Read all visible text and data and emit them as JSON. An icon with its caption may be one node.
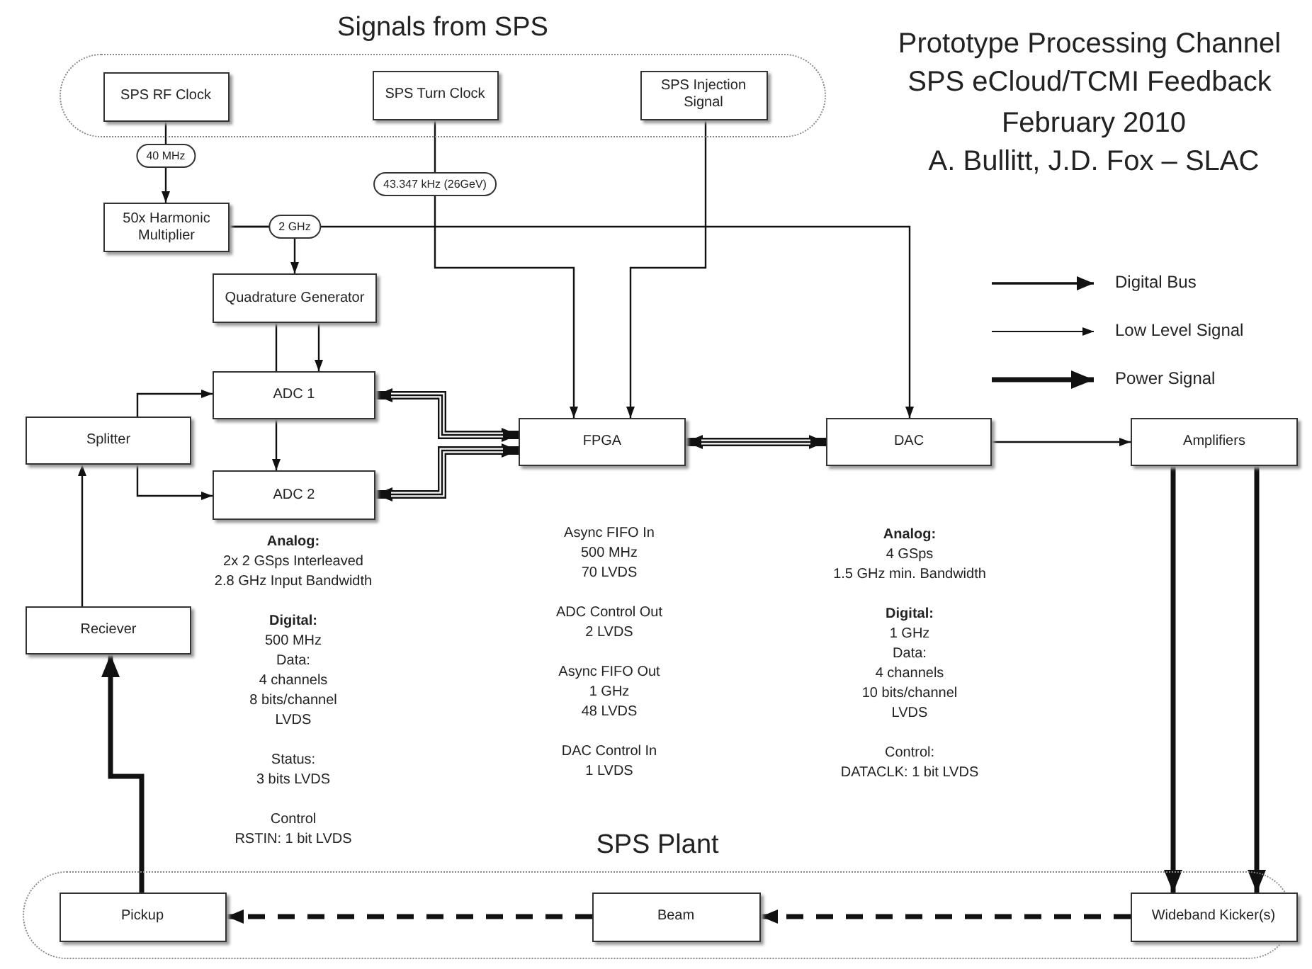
{
  "diagram": {
    "title": "Prototype Processing Channel SPS eCloud/TCMI Feedback",
    "nodes": [
      {
        "text": [
          "Signals from SPS"
        ]
      },
      {
        "text": [
          "SPS RF Clock"
        ],
        "in": 0
      },
      {
        "text": [
          "SPS Turn Clock"
        ],
        "in": 0
      },
      {
        "text": [
          "SPS Injection Signal"
        ],
        "in": 0
      },
      {
        "text": [
          "50x Harmonic Multiplier"
        ]
      },
      {
        "text": [
          "Quadrature Generator"
        ]
      },
      {
        "text": [
          "ADC 1"
        ]
      },
      {
        "text": [
          "ADC 2"
        ]
      },
      {
        "text": [
          "Splitter"
        ]
      },
      {
        "text": [
          "FPGA"
        ]
      },
      {
        "text": [
          "DAC"
        ]
      },
      {
        "text": [
          "Amplifiers"
        ]
      },
      {
        "text": [
          "Reciever"
        ]
      },
      {
        "text": [
          "SPS Plant"
        ]
      },
      {
        "text": [
          "Pickup"
        ],
        "in": 13
      },
      {
        "text": [
          "Beam"
        ],
        "in": 13
      },
      {
        "text": [
          "Wideband Kicker(s)"
        ],
        "in": 13
      }
    ],
    "edges": [
      {
        "from": 1,
        "to": 4,
        "arrow": "to",
        "label": "40 MHz"
      },
      {
        "from": 4,
        "to": 5,
        "arrow": "to",
        "label": "2 GHz"
      },
      {
        "from": 4,
        "to": 10,
        "arrow": "to"
      },
      {
        "from": 2,
        "to": 9,
        "arrow": "to",
        "label": "43.347 kHz (26GeV)"
      },
      {
        "from": 3,
        "to": 9,
        "arrow": "to"
      },
      {
        "from": 5,
        "to": 6,
        "arrow": "none"
      },
      {
        "from": 5,
        "to": 6,
        "arrow": "to"
      },
      {
        "from": 6,
        "to": 7,
        "arrow": "to"
      },
      {
        "from": 8,
        "to": 6,
        "arrow": "to"
      },
      {
        "from": 8,
        "to": 7,
        "arrow": "to"
      },
      {
        "from": 9,
        "to": 6,
        "arrow": "both",
        "style": "thick"
      },
      {
        "from": 9,
        "to": 7,
        "arrow": "both",
        "style": "thick"
      },
      {
        "from": 9,
        "to": 10,
        "arrow": "both",
        "style": "thick"
      },
      {
        "from": 10,
        "to": 11,
        "arrow": "to"
      },
      {
        "from": 11,
        "to": 16,
        "arrow": "to",
        "style": "thick"
      },
      {
        "from": 11,
        "to": 16,
        "arrow": "to",
        "style": "thick"
      },
      {
        "from": 16,
        "to": 15,
        "arrow": "to",
        "style": "dashed"
      },
      {
        "from": 15,
        "to": 14,
        "arrow": "to",
        "style": "dashed"
      },
      {
        "from": 14,
        "to": 12,
        "arrow": "to",
        "style": "thick"
      },
      {
        "from": 12,
        "to": 8,
        "arrow": "to"
      }
    ],
    "labels": [
      "February 2010",
      "A. Bullitt, J.D. Fox – SLAC",
      "Analog:",
      "2x 2 GSps Interleaved",
      "2.8 GHz Input Bandwidth",
      "Digital:",
      "500 MHz",
      "Data:",
      "4 channels",
      "8 bits/channel",
      "LVDS",
      "Status:",
      "3 bits LVDS",
      "Control",
      "RSTIN: 1 bit LVDS",
      "Async FIFO In",
      "500 MHz",
      "70 LVDS",
      "ADC Control Out",
      "2 LVDS",
      "Async FIFO Out",
      "1 GHz",
      "48 LVDS",
      "DAC Control In",
      "1 LVDS",
      "Analog:",
      "4 GSps",
      "1.5 GHz min. Bandwidth",
      "Digital:",
      "1 GHz",
      "Data:",
      "4 channels",
      "10 bits/channel",
      "LVDS",
      "Control:",
      "DATACLK: 1 bit LVDS"
    ],
    "legend": [
      {
        "text": "Digital Bus"
      },
      {
        "text": "Low Level Signal"
      },
      {
        "text": "Power Signal"
      }
    ]
  }
}
